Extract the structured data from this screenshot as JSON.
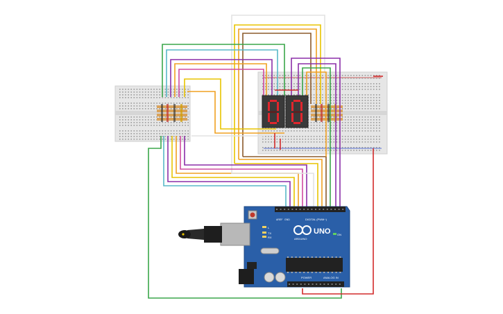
{
  "board": {
    "logo": "UNO",
    "brand": "ARDUINO",
    "digital_label": "DIGITAL (PWM~)",
    "power_label": "POWER",
    "analog_label": "ANALOG IN",
    "on_label": "ON",
    "tx_label": "TX",
    "rx_label": "RX",
    "l_label": "L",
    "aref_label": "AREF",
    "gnd_label": "GND"
  },
  "displays": {
    "left_digit": "0",
    "right_digit": "0"
  },
  "colors": {
    "board": "#2a5fa8",
    "segment_on": "#e0262d",
    "display_body": "#3a3a3a",
    "breadboard": "#e6e6e6",
    "wire_green": "#3aa64a",
    "wire_purple": "#8b2fa8",
    "wire_orange": "#f0a020",
    "wire_yellow": "#e8c400",
    "wire_red": "#d22a2a",
    "wire_brown": "#8b5a2b",
    "wire_cyan": "#58b8c8",
    "wire_pink": "#d04aa0",
    "wire_white": "#e8e8e8"
  }
}
